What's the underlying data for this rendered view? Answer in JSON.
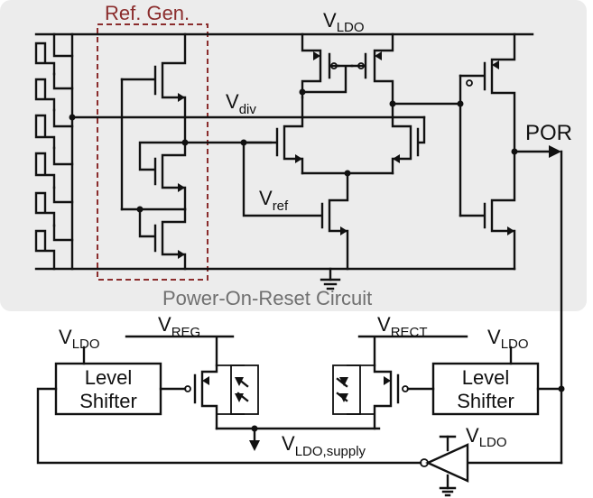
{
  "title": "",
  "colors": {
    "panel_bg": "#ececec",
    "refgen_border": "#8b2d2d",
    "refgen_text": "#8b2d2d",
    "caption_text": "#707070",
    "wire": "#111111"
  },
  "labels": {
    "ref_gen": "Ref. Gen.",
    "vldo_main": "V",
    "vldo_main_sub": "LDO",
    "vdiv": "V",
    "vdiv_sub": "div",
    "vref": "V",
    "vref_sub": "ref",
    "por": "POR",
    "caption": "Power-On-Reset Circuit",
    "vreg": "V",
    "vreg_sub": "REG",
    "vrect": "V",
    "vrect_sub": "RECT",
    "vldo_left": "V",
    "vldo_left_sub": "LDO",
    "vldo_right": "V",
    "vldo_right_sub": "LDO",
    "vldo_supply": "V",
    "vldo_supply_sub": "LDO,supply",
    "vldo_inv": "V",
    "vldo_inv_sub": "LDO"
  },
  "blocks": {
    "left_shifter_line1": "Level",
    "left_shifter_line2": "Shifter",
    "right_shifter_line1": "Level",
    "right_shifter_line2": "Shifter"
  }
}
